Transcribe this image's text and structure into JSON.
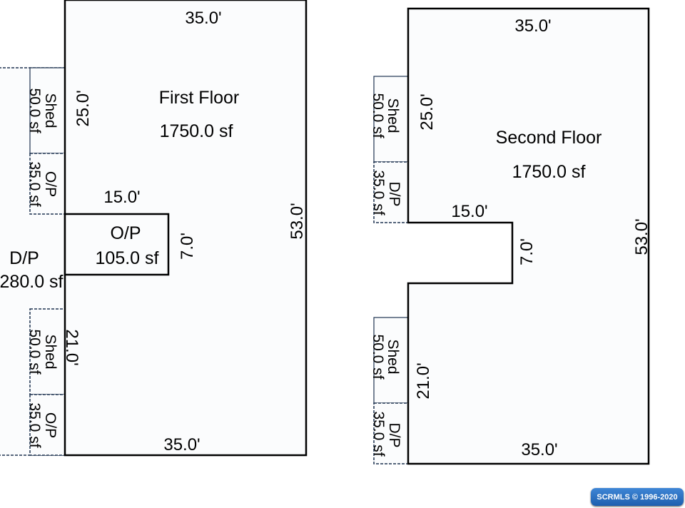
{
  "first_floor": {
    "name": "First Floor",
    "area": "1750.0 sf",
    "dim_top": "35.0'",
    "dim_bottom": "35.0'",
    "dim_right": "53.0'",
    "dim_upper_left": "25.0'",
    "dim_lower_left": "21.0'",
    "dim_notch_width": "15.0'",
    "dim_notch_depth": "7.0'",
    "notch": {
      "name": "O/P",
      "area": "105.0 sf"
    },
    "deck": {
      "name": "D/P",
      "area": "280.0 sf"
    },
    "annex": [
      {
        "name": "Shed",
        "area": "50.0 sf"
      },
      {
        "name": "O/P",
        "area": "35.0 sf"
      },
      {
        "name": "Shed",
        "area": "50.0 sf"
      },
      {
        "name": "O/P",
        "area": "35.0 sf"
      }
    ]
  },
  "second_floor": {
    "name": "Second Floor",
    "area": "1750.0 sf",
    "dim_top": "35.0'",
    "dim_bottom": "35.0'",
    "dim_right": "53.0'",
    "dim_upper_left": "25.0'",
    "dim_lower_left": "21.0'",
    "dim_notch_width": "15.0'",
    "dim_notch_depth": "7.0'",
    "annex": [
      {
        "name": "Shed",
        "area": "50.0 sf"
      },
      {
        "name": "D/P",
        "area": "35.0 sf"
      },
      {
        "name": "Shed",
        "area": "50.0 sf"
      },
      {
        "name": "D/P",
        "area": "35.0 sf"
      }
    ]
  },
  "copyright": "SCRMLS © 1996-2020"
}
